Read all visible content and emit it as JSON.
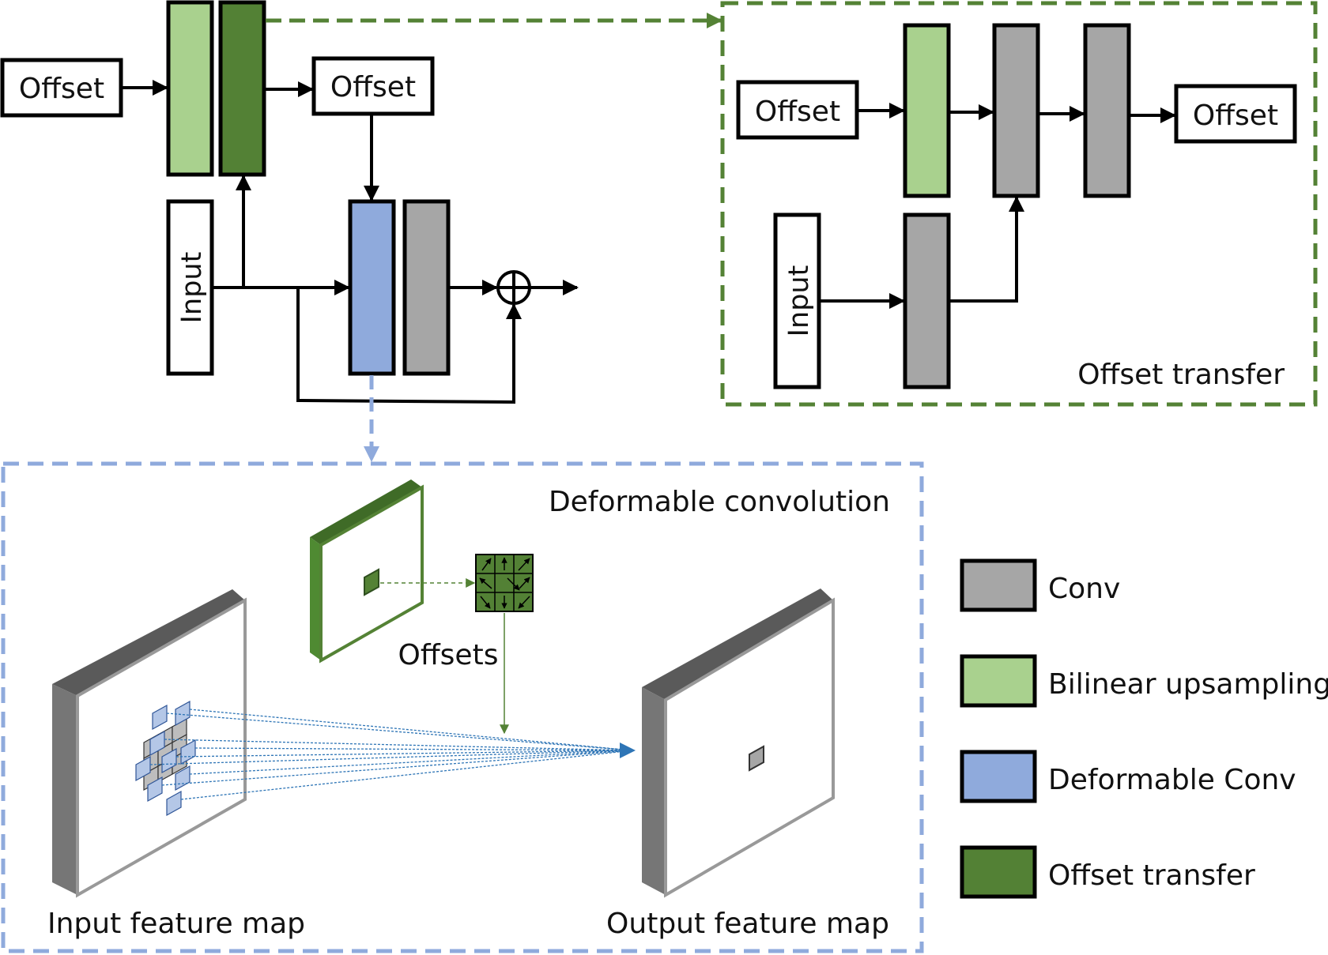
{
  "colors": {
    "conv": "#a6a6a6",
    "bilinear_upsampling": "#a9d18e",
    "deformable_conv": "#8faadc",
    "offset_transfer": "#538135",
    "green_dashed_frame": "#548235",
    "blue_dashed_frame": "#8faadc",
    "outline": "#000000",
    "slab_side": "#767676",
    "slab_top": "#5a5a5a",
    "sample_arrows": "#2e75b6"
  },
  "main_flow": {
    "input_offset_label": "Offset",
    "output_offset_label": "Offset",
    "input_label": "Input",
    "sum_icon": "circle-plus-icon"
  },
  "offset_transfer_panel": {
    "title": "Offset transfer",
    "input_offset_label": "Offset",
    "output_offset_label": "Offset",
    "input_label": "Input"
  },
  "deformable_panel": {
    "title": "Deformable convolution",
    "offsets_label": "Offsets",
    "input_map_label": "Input feature map",
    "output_map_label": "Output feature map"
  },
  "legend": {
    "items": [
      {
        "label": "Conv",
        "color": "#a6a6a6"
      },
      {
        "label": "Bilinear upsampling",
        "color": "#a9d18e"
      },
      {
        "label": "Deformable Conv",
        "color": "#8faadc"
      },
      {
        "label": "Offset transfer",
        "color": "#538135"
      }
    ]
  }
}
